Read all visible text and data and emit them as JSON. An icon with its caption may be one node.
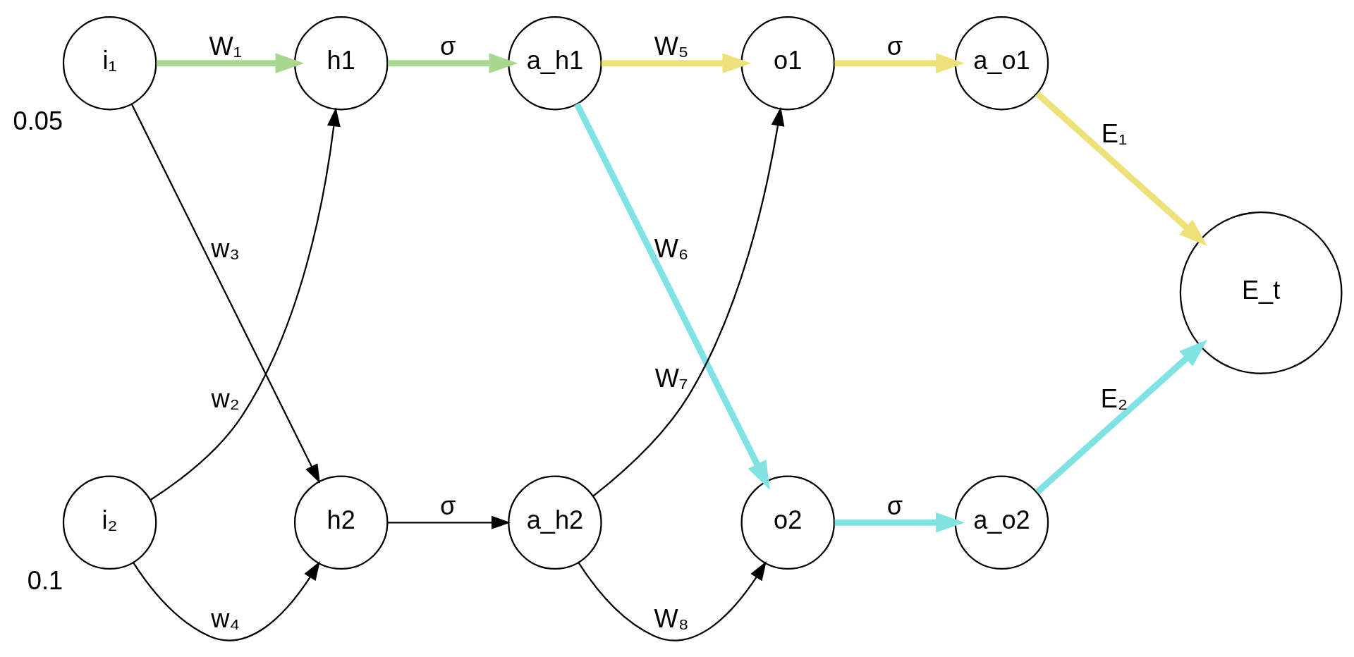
{
  "diagram": {
    "nodes": [
      {
        "text": [
          "i₁"
        ],
        "beside": [
          "0.05"
        ]
      },
      {
        "text": [
          "i₂"
        ],
        "beside": [
          "0.1"
        ]
      },
      {
        "text": [
          "h1"
        ]
      },
      {
        "text": [
          "a_h1"
        ]
      },
      {
        "text": [
          "h2"
        ]
      },
      {
        "text": [
          "a_h2"
        ]
      },
      {
        "text": [
          "o1"
        ]
      },
      {
        "text": [
          "a_o1"
        ]
      },
      {
        "text": [
          "o2"
        ]
      },
      {
        "text": [
          "a_o2"
        ]
      },
      {
        "text": [
          "E_t"
        ]
      }
    ],
    "edges": [
      {
        "from": 0,
        "to": 2,
        "arrow": "to",
        "label": "W₁",
        "color": "#a8d890"
      },
      {
        "from": 1,
        "to": 2,
        "arrow": "to",
        "label": "w₂"
      },
      {
        "from": 0,
        "to": 4,
        "arrow": "to",
        "label": "w₃"
      },
      {
        "from": 1,
        "to": 4,
        "arrow": "to",
        "label": "w₄"
      },
      {
        "from": 2,
        "to": 3,
        "arrow": "to",
        "label": "σ",
        "color": "#a8d890"
      },
      {
        "from": 4,
        "to": 5,
        "arrow": "to",
        "label": "σ"
      },
      {
        "from": 3,
        "to": 6,
        "arrow": "to",
        "label": "W₅",
        "color": "#ede27a"
      },
      {
        "from": 3,
        "to": 8,
        "arrow": "to",
        "label": "W₆",
        "color": "#80e2e2"
      },
      {
        "from": 5,
        "to": 6,
        "arrow": "to",
        "label": "W₇"
      },
      {
        "from": 5,
        "to": 8,
        "arrow": "to",
        "label": "W₈"
      },
      {
        "from": 6,
        "to": 7,
        "arrow": "to",
        "label": "σ",
        "color": "#ede27a"
      },
      {
        "from": 8,
        "to": 9,
        "arrow": "to",
        "label": "σ",
        "color": "#80e2e2"
      },
      {
        "from": 7,
        "to": 10,
        "arrow": "to",
        "label": "E₁",
        "color": "#ede27a"
      },
      {
        "from": 9,
        "to": 10,
        "arrow": "to",
        "label": "E₂",
        "color": "#80e2e2"
      }
    ]
  }
}
